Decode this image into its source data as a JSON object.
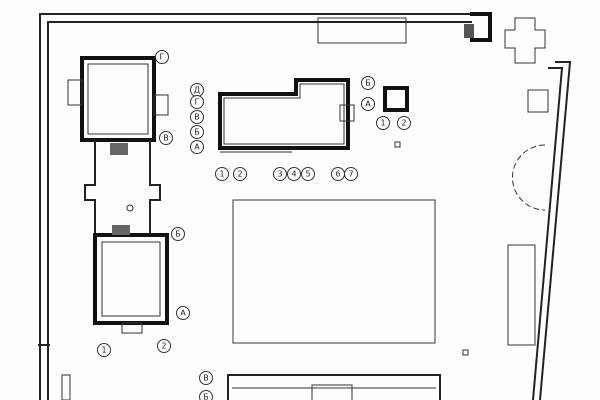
{
  "title": "Site plan",
  "left_building": {
    "axes_letters": [
      "Г",
      "В",
      "Б",
      "А"
    ],
    "axes_numbers": [
      "1",
      "2"
    ]
  },
  "center_building": {
    "axes_letters": [
      "Д",
      "Г",
      "В",
      "Б",
      "А"
    ],
    "axes_numbers": [
      "1",
      "2",
      "3",
      "4",
      "5",
      "6",
      "7"
    ]
  },
  "pavilion": {
    "axes_letters": [
      "Б",
      "А"
    ],
    "axes_numbers": [
      "1",
      "2"
    ]
  },
  "bottom_building": {
    "axes_letters": [
      "В",
      "Б"
    ]
  }
}
